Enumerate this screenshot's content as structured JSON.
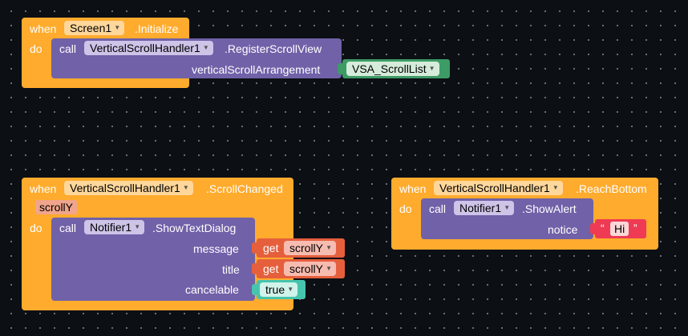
{
  "blocks": {
    "initialize": {
      "when": "when",
      "component": "Screen1",
      "event": ".Initialize",
      "do": "do",
      "call": "call",
      "handler": "VerticalScrollHandler1",
      "method": ".RegisterScrollView",
      "param_label": "verticalScrollArrangement",
      "param_value": "VSA_ScrollList"
    },
    "scroll_changed": {
      "when": "when",
      "component": "VerticalScrollHandler1",
      "event": ".ScrollChanged",
      "event_param": "scrollY",
      "do": "do",
      "call": "call",
      "notifier": "Notifier1",
      "method": ".ShowTextDialog",
      "message_label": "message",
      "title_label": "title",
      "cancelable_label": "cancelable",
      "get": "get",
      "get_var": "scrollY",
      "bool_value": "true"
    },
    "reach_bottom": {
      "when": "when",
      "component": "VerticalScrollHandler1",
      "event": ".ReachBottom",
      "do": "do",
      "call": "call",
      "notifier": "Notifier1",
      "method": ".ShowAlert",
      "notice_label": "notice",
      "quote_open": "“",
      "string_value": "Hi",
      "quote_close": "”"
    }
  },
  "icons": {
    "dropdown": "▼"
  },
  "colors": {
    "event": "#ffab2d",
    "procedure": "#7061a8",
    "component": "#3d9b66",
    "variable": "#e55f3d",
    "logic": "#47c4ae",
    "text": "#ef3a54"
  }
}
